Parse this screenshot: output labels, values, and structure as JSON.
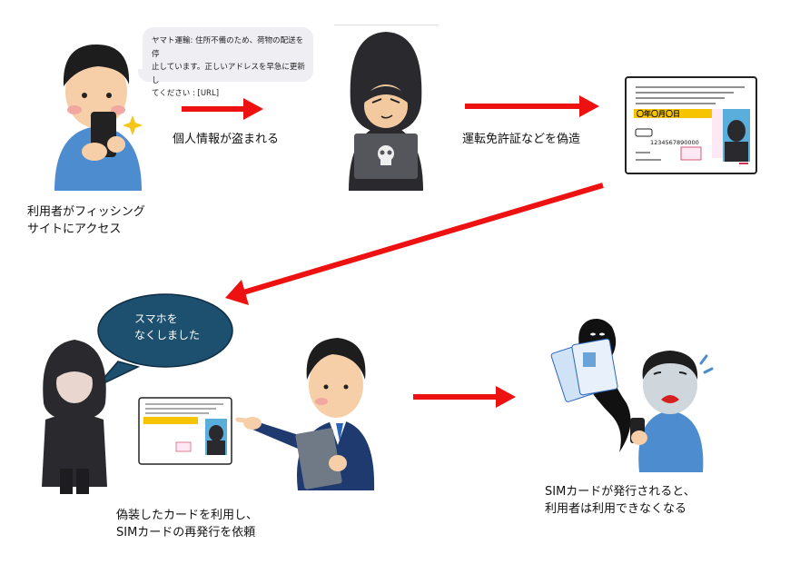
{
  "sms": {
    "line1": "ヤマト運輸: 住所不備のため、荷物の配送を停",
    "line2": "止しています。正しいアドレスを早急に更新し",
    "line3": "てください : [URL]"
  },
  "captions": {
    "user_access_1": "利用者がフィッシング",
    "user_access_2": "サイトにアクセス",
    "info_stolen": "個人情報が盗まれる",
    "forge_license": "運転免許証などを偽造",
    "use_card_1": "偽装したカードを利用し、",
    "use_card_2": "SIMカードの再発行を依頼",
    "sim_issued_1": "SIMカードが発行されると、",
    "sim_issued_2": "利用者は利用できなくなる"
  },
  "speech": {
    "line1": "スマホを",
    "line2": "なくしました"
  },
  "license": {
    "date": "〇年〇月〇日",
    "number": "1234567890000"
  },
  "colors": {
    "arrow": "#ee1111",
    "bubble": "#1d4f6e",
    "hood": "#2a2a2e",
    "shirt": "#4d8ccf",
    "suit": "#1f3a6e",
    "sms_bg": "#efeef3"
  }
}
